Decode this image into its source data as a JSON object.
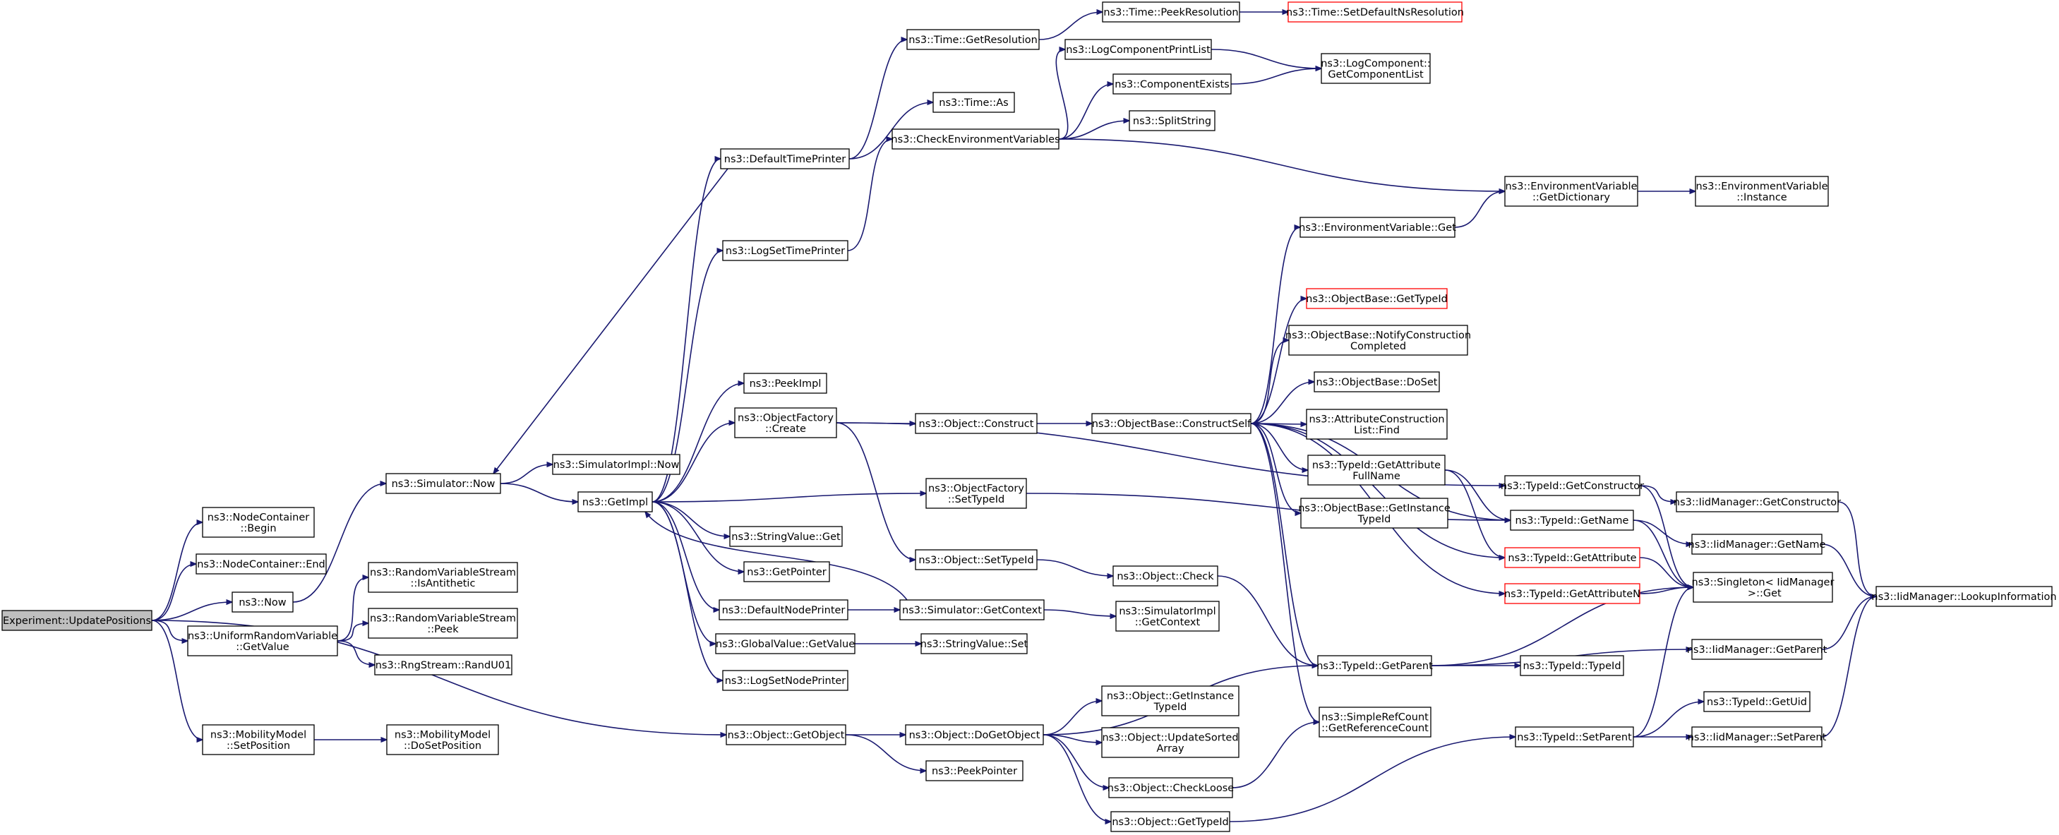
{
  "graph": {
    "nodes": [
      {
        "id": "root",
        "lines": [
          "Experiment::UpdatePositions"
        ],
        "style": "root"
      },
      {
        "id": "ncBegin",
        "lines": [
          "ns3::NodeContainer",
          "::Begin"
        ]
      },
      {
        "id": "ncEnd",
        "lines": [
          "ns3::NodeContainer::End"
        ]
      },
      {
        "id": "now",
        "lines": [
          "ns3::Now"
        ]
      },
      {
        "id": "urvGet",
        "lines": [
          "ns3::UniformRandomVariable",
          "::GetValue"
        ]
      },
      {
        "id": "mmSet",
        "lines": [
          "ns3::MobilityModel",
          "::SetPosition"
        ]
      },
      {
        "id": "mmDoSet",
        "lines": [
          "ns3::MobilityModel",
          "::DoSetPosition"
        ]
      },
      {
        "id": "rvsAnti",
        "lines": [
          "ns3::RandomVariableStream",
          "::IsAntithetic"
        ]
      },
      {
        "id": "rvsPeek",
        "lines": [
          "ns3::RandomVariableStream",
          "::Peek"
        ]
      },
      {
        "id": "rand01",
        "lines": [
          "ns3::RngStream::RandU01"
        ]
      },
      {
        "id": "simNow",
        "lines": [
          "ns3::Simulator::Now"
        ]
      },
      {
        "id": "simImplNow",
        "lines": [
          "ns3::SimulatorImpl::Now"
        ]
      },
      {
        "id": "getImpl",
        "lines": [
          "ns3::GetImpl"
        ]
      },
      {
        "id": "defTP",
        "lines": [
          "ns3::DefaultTimePrinter"
        ]
      },
      {
        "id": "logSetTP",
        "lines": [
          "ns3::LogSetTimePrinter"
        ]
      },
      {
        "id": "peekImpl",
        "lines": [
          "ns3::PeekImpl"
        ]
      },
      {
        "id": "ofCreate",
        "lines": [
          "ns3::ObjectFactory",
          "::Create"
        ]
      },
      {
        "id": "svGet",
        "lines": [
          "ns3::StringValue::Get"
        ]
      },
      {
        "id": "getPtr",
        "lines": [
          "ns3::GetPointer"
        ]
      },
      {
        "id": "defNP",
        "lines": [
          "ns3::DefaultNodePrinter"
        ]
      },
      {
        "id": "gvGet",
        "lines": [
          "ns3::GlobalValue::GetValue"
        ]
      },
      {
        "id": "logSetNP",
        "lines": [
          "ns3::LogSetNodePrinter"
        ]
      },
      {
        "id": "objGetObj",
        "lines": [
          "ns3::Object::GetObject"
        ]
      },
      {
        "id": "timeRes",
        "lines": [
          "ns3::Time::GetResolution"
        ]
      },
      {
        "id": "timeAs",
        "lines": [
          "ns3::Time::As"
        ]
      },
      {
        "id": "checkEnv",
        "lines": [
          "ns3::CheckEnvironmentVariables"
        ]
      },
      {
        "id": "peekRes",
        "lines": [
          "ns3::Time::PeekResolution"
        ]
      },
      {
        "id": "setDefNs",
        "lines": [
          "ns3::Time::SetDefaultNsResolution"
        ],
        "style": "red"
      },
      {
        "id": "logCPL",
        "lines": [
          "ns3::LogComponentPrintList"
        ]
      },
      {
        "id": "compExists",
        "lines": [
          "ns3::ComponentExists"
        ]
      },
      {
        "id": "splitStr",
        "lines": [
          "ns3::SplitString"
        ]
      },
      {
        "id": "logGetCL",
        "lines": [
          "ns3::LogComponent::",
          "GetComponentList"
        ]
      },
      {
        "id": "envGetDict",
        "lines": [
          "ns3::EnvironmentVariable",
          "::GetDictionary"
        ]
      },
      {
        "id": "envInst",
        "lines": [
          "ns3::EnvironmentVariable",
          "::Instance"
        ]
      },
      {
        "id": "envGet",
        "lines": [
          "ns3::EnvironmentVariable::Get"
        ]
      },
      {
        "id": "objConstruct",
        "lines": [
          "ns3::Object::Construct"
        ]
      },
      {
        "id": "ofSetTid",
        "lines": [
          "ns3::ObjectFactory",
          "::SetTypeId"
        ]
      },
      {
        "id": "objSetTid",
        "lines": [
          "ns3::Object::SetTypeId"
        ]
      },
      {
        "id": "simGetCtx",
        "lines": [
          "ns3::Simulator::GetContext"
        ]
      },
      {
        "id": "svSet",
        "lines": [
          "ns3::StringValue::Set"
        ]
      },
      {
        "id": "objCheck",
        "lines": [
          "ns3::Object::Check"
        ]
      },
      {
        "id": "simImplCtx",
        "lines": [
          "ns3::SimulatorImpl",
          "::GetContext"
        ]
      },
      {
        "id": "obConstructSelf",
        "lines": [
          "ns3::ObjectBase::ConstructSelf"
        ]
      },
      {
        "id": "obGetTid",
        "lines": [
          "ns3::ObjectBase::GetTypeId"
        ],
        "style": "red"
      },
      {
        "id": "obNotify",
        "lines": [
          "ns3::ObjectBase::NotifyConstruction",
          "Completed"
        ]
      },
      {
        "id": "obDoSet",
        "lines": [
          "ns3::ObjectBase::DoSet"
        ]
      },
      {
        "id": "acFind",
        "lines": [
          "ns3::AttributeConstruction",
          "List::Find"
        ]
      },
      {
        "id": "tidAttrFull",
        "lines": [
          "ns3::TypeId::GetAttribute",
          "FullName"
        ]
      },
      {
        "id": "obGetInstTid",
        "lines": [
          "ns3::ObjectBase::GetInstance",
          "TypeId"
        ]
      },
      {
        "id": "tidGetCtor",
        "lines": [
          "ns3::TypeId::GetConstructor"
        ]
      },
      {
        "id": "tidGetName",
        "lines": [
          "ns3::TypeId::GetName"
        ]
      },
      {
        "id": "tidGetAttr",
        "lines": [
          "ns3::TypeId::GetAttribute"
        ],
        "style": "red"
      },
      {
        "id": "tidGetAttrN",
        "lines": [
          "ns3::TypeId::GetAttributeN"
        ],
        "style": "red"
      },
      {
        "id": "iidGetCtor",
        "lines": [
          "ns3::IidManager::GetConstructor"
        ]
      },
      {
        "id": "iidGetName",
        "lines": [
          "ns3::IidManager::GetName"
        ]
      },
      {
        "id": "singletonGet",
        "lines": [
          "ns3::Singleton< IidManager",
          " >::Get"
        ]
      },
      {
        "id": "iidLookup",
        "lines": [
          "ns3::IidManager::LookupInformation"
        ]
      },
      {
        "id": "tidGetParent",
        "lines": [
          "ns3::TypeId::GetParent"
        ]
      },
      {
        "id": "tidTypeId",
        "lines": [
          "ns3::TypeId::TypeId"
        ]
      },
      {
        "id": "iidGetParent",
        "lines": [
          "ns3::IidManager::GetParent"
        ]
      },
      {
        "id": "objDoGetObj",
        "lines": [
          "ns3::Object::DoGetObject"
        ]
      },
      {
        "id": "peekPtr",
        "lines": [
          "ns3::PeekPointer"
        ]
      },
      {
        "id": "objGetInstTid",
        "lines": [
          "ns3::Object::GetInstance",
          "TypeId"
        ]
      },
      {
        "id": "objUpdSorted",
        "lines": [
          "ns3::Object::UpdateSorted",
          "Array"
        ]
      },
      {
        "id": "objCheckLoose",
        "lines": [
          "ns3::Object::CheckLoose"
        ]
      },
      {
        "id": "objGetTid",
        "lines": [
          "ns3::Object::GetTypeId"
        ]
      },
      {
        "id": "srcGetRef",
        "lines": [
          "ns3::SimpleRefCount",
          "::GetReferenceCount"
        ]
      },
      {
        "id": "tidSetParent",
        "lines": [
          "ns3::TypeId::SetParent"
        ]
      },
      {
        "id": "tidGetUid",
        "lines": [
          "ns3::TypeId::GetUid"
        ]
      },
      {
        "id": "iidSetParent",
        "lines": [
          "ns3::IidManager::SetParent"
        ]
      }
    ],
    "edges": [
      [
        "root",
        "ncBegin"
      ],
      [
        "root",
        "ncEnd"
      ],
      [
        "root",
        "now"
      ],
      [
        "root",
        "urvGet"
      ],
      [
        "root",
        "objGetObj"
      ],
      [
        "root",
        "mmSet"
      ],
      [
        "now",
        "simNow"
      ],
      [
        "urvGet",
        "rvsAnti"
      ],
      [
        "urvGet",
        "rvsPeek"
      ],
      [
        "urvGet",
        "rand01"
      ],
      [
        "mmSet",
        "mmDoSet"
      ],
      [
        "simNow",
        "simImplNow"
      ],
      [
        "simNow",
        "getImpl"
      ],
      [
        "getImpl",
        "defTP"
      ],
      [
        "getImpl",
        "logSetTP"
      ],
      [
        "getImpl",
        "peekImpl"
      ],
      [
        "getImpl",
        "ofCreate"
      ],
      [
        "getImpl",
        "ofSetTid"
      ],
      [
        "getImpl",
        "svGet"
      ],
      [
        "getImpl",
        "getPtr"
      ],
      [
        "getImpl",
        "defNP"
      ],
      [
        "getImpl",
        "gvGet"
      ],
      [
        "getImpl",
        "logSetNP"
      ],
      [
        "defTP",
        "simNow"
      ],
      [
        "defTP",
        "timeRes"
      ],
      [
        "defTP",
        "timeAs"
      ],
      [
        "timeRes",
        "peekRes"
      ],
      [
        "peekRes",
        "setDefNs"
      ],
      [
        "logSetTP",
        "checkEnv"
      ],
      [
        "checkEnv",
        "logCPL"
      ],
      [
        "checkEnv",
        "compExists"
      ],
      [
        "checkEnv",
        "splitStr"
      ],
      [
        "checkEnv",
        "envGetDict"
      ],
      [
        "logCPL",
        "logGetCL"
      ],
      [
        "compExists",
        "logGetCL"
      ],
      [
        "envGetDict",
        "envInst"
      ],
      [
        "envGet",
        "envGetDict"
      ],
      [
        "ofCreate",
        "tidGetCtor"
      ],
      [
        "ofCreate",
        "objConstruct"
      ],
      [
        "ofCreate",
        "objSetTid"
      ],
      [
        "objConstruct",
        "obConstructSelf"
      ],
      [
        "ofSetTid",
        "tidGetName"
      ],
      [
        "obConstructSelf",
        "envGet"
      ],
      [
        "obConstructSelf",
        "obGetTid"
      ],
      [
        "obConstructSelf",
        "obNotify"
      ],
      [
        "obConstructSelf",
        "obDoSet"
      ],
      [
        "obConstructSelf",
        "acFind"
      ],
      [
        "obConstructSelf",
        "tidAttrFull"
      ],
      [
        "obConstructSelf",
        "obGetInstTid"
      ],
      [
        "obConstructSelf",
        "tidGetName"
      ],
      [
        "obConstructSelf",
        "tidGetAttr"
      ],
      [
        "obConstructSelf",
        "tidGetAttrN"
      ],
      [
        "obConstructSelf",
        "tidGetParent"
      ],
      [
        "obConstructSelf",
        "srcGetRef"
      ],
      [
        "tidAttrFull",
        "tidGetName"
      ],
      [
        "tidAttrFull",
        "tidGetAttr"
      ],
      [
        "tidGetCtor",
        "iidGetCtor"
      ],
      [
        "tidGetCtor",
        "singletonGet"
      ],
      [
        "tidGetName",
        "iidGetName"
      ],
      [
        "tidGetName",
        "singletonGet"
      ],
      [
        "tidGetAttr",
        "singletonGet"
      ],
      [
        "tidGetAttrN",
        "singletonGet"
      ],
      [
        "iidGetCtor",
        "iidLookup"
      ],
      [
        "iidGetName",
        "iidLookup"
      ],
      [
        "objSetTid",
        "objCheck"
      ],
      [
        "objCheck",
        "tidGetParent"
      ],
      [
        "defNP",
        "simGetCtx"
      ],
      [
        "simGetCtx",
        "getImpl"
      ],
      [
        "simGetCtx",
        "simImplCtx"
      ],
      [
        "gvGet",
        "svSet"
      ],
      [
        "objGetObj",
        "objDoGetObj"
      ],
      [
        "objGetObj",
        "peekPtr"
      ],
      [
        "objDoGetObj",
        "tidGetParent"
      ],
      [
        "objDoGetObj",
        "objGetInstTid"
      ],
      [
        "objDoGetObj",
        "objUpdSorted"
      ],
      [
        "objDoGetObj",
        "objCheckLoose"
      ],
      [
        "objDoGetObj",
        "objGetTid"
      ],
      [
        "objCheckLoose",
        "srcGetRef"
      ],
      [
        "objGetTid",
        "tidSetParent"
      ],
      [
        "tidGetParent",
        "tidTypeId"
      ],
      [
        "tidGetParent",
        "iidGetParent"
      ],
      [
        "tidGetParent",
        "singletonGet"
      ],
      [
        "iidGetParent",
        "iidLookup"
      ],
      [
        "tidSetParent",
        "tidGetUid"
      ],
      [
        "tidSetParent",
        "iidSetParent"
      ],
      [
        "tidSetParent",
        "singletonGet"
      ],
      [
        "iidSetParent",
        "iidLookup"
      ]
    ]
  }
}
